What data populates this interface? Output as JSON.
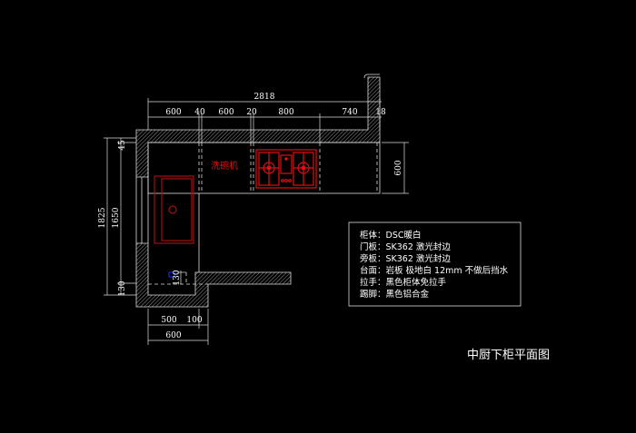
{
  "title": "中厨下柜平面图",
  "appliances": {
    "dishwasher": "洗碗机"
  },
  "dimensions": {
    "overall_width": "2818",
    "segments": [
      "600",
      "40",
      "600",
      "20",
      "800",
      "740",
      "18"
    ],
    "right_depth": "600",
    "left_total": "1825",
    "left_inner": "1650",
    "left_top": "45",
    "left_bottom": "130",
    "inner_step": "130",
    "bottom_a": "500",
    "bottom_b": "100",
    "bottom_total": "600"
  },
  "notes": [
    "柜体：DSC暖白",
    "门板：SK362 激光封边",
    "旁板：SK362 激光封边",
    "台面：岩板 极地白 12mm  不做后挡水",
    "拉手：黑色柜体免拉手",
    "踢脚：黑色铝合金"
  ],
  "colors": {
    "appliance": "#e01010",
    "sink": "#a01010",
    "lines": "#dddddd"
  }
}
